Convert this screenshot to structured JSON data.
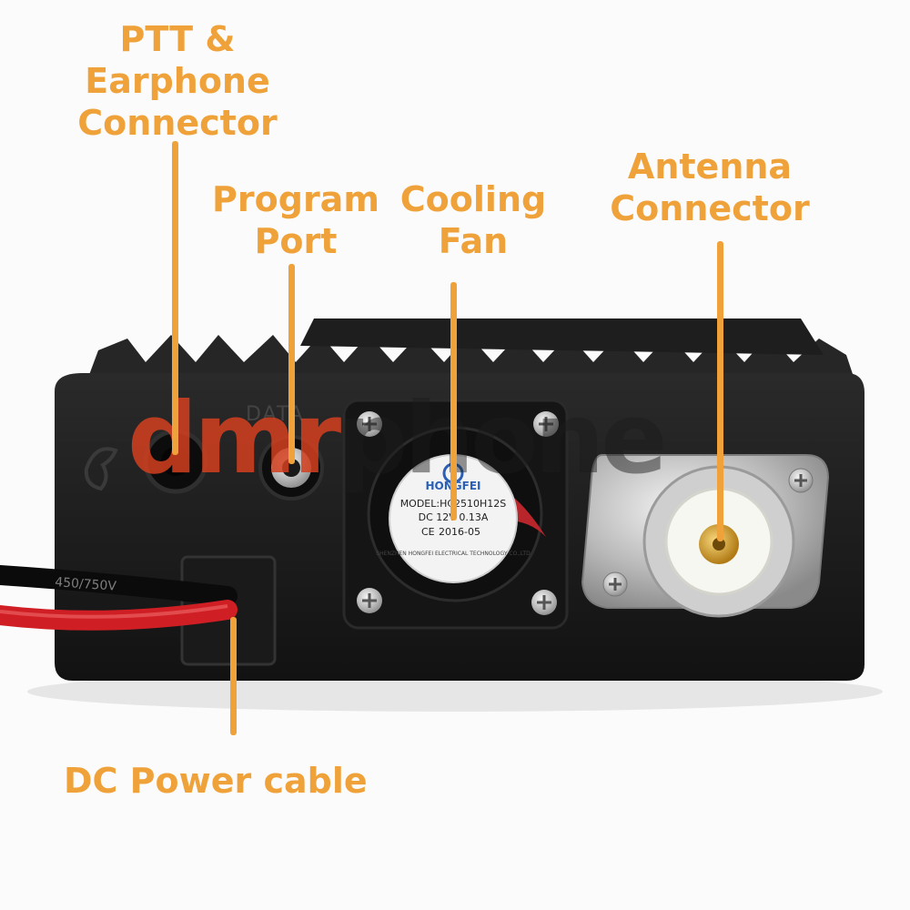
{
  "labels": {
    "ptt": "PTT &\nEarphone\nConnector",
    "program": "Program\nPort",
    "fan": "Cooling\nFan",
    "antenna": "Antenna\nConnector",
    "dc": "DC Power cable"
  },
  "radio": {
    "panel_text": "DATA",
    "cable_text": "450/750V",
    "fan_brand": "HONGFEI",
    "fan_model": "MODEL:HC2510H12S",
    "fan_spec": "DC 12V 0.13A",
    "fan_date": "2016-05",
    "fan_ce": "CE",
    "fan_maker": "SHENZHEN HONGFEI ELECTRICAL TECHNOLOGY CO.,LTD"
  },
  "watermark": {
    "left": "dmr",
    "right": "phone"
  },
  "colors": {
    "label": "#f0a23a",
    "body": "#1b1b1b",
    "watermark": "#d4401f"
  }
}
